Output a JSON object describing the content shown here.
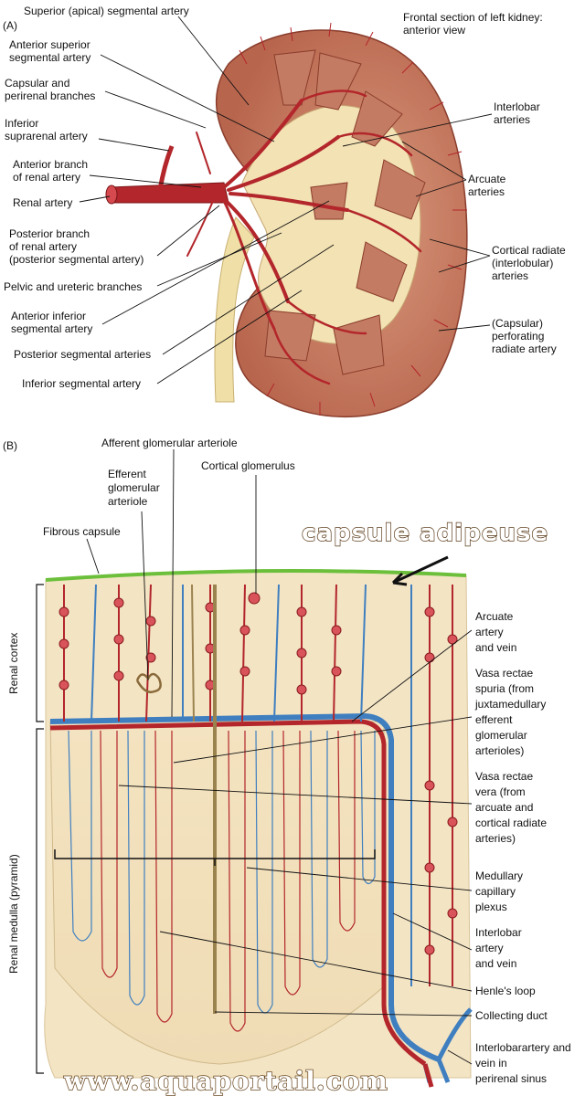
{
  "panelA": {
    "panel_label": "(A)",
    "title_lines": [
      "Frontal section of left kidney:",
      "anterior view"
    ],
    "labels": {
      "superior_segmental": [
        "Superior (apical) segmental artery"
      ],
      "anterior_superior": [
        "Anterior superior",
        "segmental artery"
      ],
      "capsular_perirenal": [
        "Capsular and",
        "perirenal branches"
      ],
      "inferior_suprarenal": [
        "Inferior",
        "suprarenal artery"
      ],
      "anterior_branch": [
        "Anterior branch",
        "of renal artery"
      ],
      "renal_artery": [
        "Renal artery"
      ],
      "posterior_branch": [
        "Posterior branch",
        "of renal artery",
        "(posterior segmental artery)"
      ],
      "pelvic_ureteric": [
        "Pelvic and ureteric branches"
      ],
      "anterior_inferior": [
        "Anterior inferior",
        "segmental artery"
      ],
      "posterior_segmentals": [
        "Posterior segmental arteries"
      ],
      "inferior_segmental": [
        "Inferior segmental artery"
      ],
      "interlobar": [
        "Interlobar",
        "arteries"
      ],
      "arcuate": [
        "Arcuate",
        "arteries"
      ],
      "cortical_radiate": [
        "Cortical radiate",
        "(interlobular)",
        "arteries"
      ],
      "capsular_perforating": [
        "(Capsular)",
        "perforating",
        "radiate artery"
      ]
    }
  },
  "panelB": {
    "panel_label": "(B)",
    "overlay_text": "capsule adipeuse",
    "side_labels": {
      "cortex": "Renal cortex",
      "medulla": "Renal medulla (pyramid)"
    },
    "labels": {
      "afferent": [
        "Afferent glomerular arteriole"
      ],
      "efferent": [
        "Efferent",
        "glomerular",
        "arteriole"
      ],
      "cortical_glomerulus": [
        "Cortical glomerulus"
      ],
      "fibrous_capsule": [
        "Fibrous capsule"
      ],
      "arcuate_av": [
        "Arcuate",
        "artery",
        "and vein"
      ],
      "vasa_spuria": [
        "Vasa rectae",
        "spuria (from",
        "juxtamedullary",
        "efferent",
        "glomerular",
        "arterioles)"
      ],
      "vasa_vera": [
        "Vasa rectae",
        "vera (from",
        "arcuate and",
        "cortical radiate",
        "arteries)"
      ],
      "medullary_plexus": [
        "Medullary",
        "capillary",
        "plexus"
      ],
      "interlobar_av": [
        "Interlobar",
        "artery",
        "and vein"
      ],
      "henle": [
        "Henle's loop"
      ],
      "collecting_duct": [
        "Collecting duct"
      ],
      "interlobar_sinus": [
        "Interlobarartery and",
        "vein in",
        "perirenal sinus"
      ]
    }
  },
  "watermark": "www.aquaportail.com",
  "colors": {
    "artery": "#b3262b",
    "vein": "#3f7fc0",
    "capsule": "#6bbf3a",
    "tissue": "#f3e4c4",
    "cortex_a": "#c9826a"
  }
}
